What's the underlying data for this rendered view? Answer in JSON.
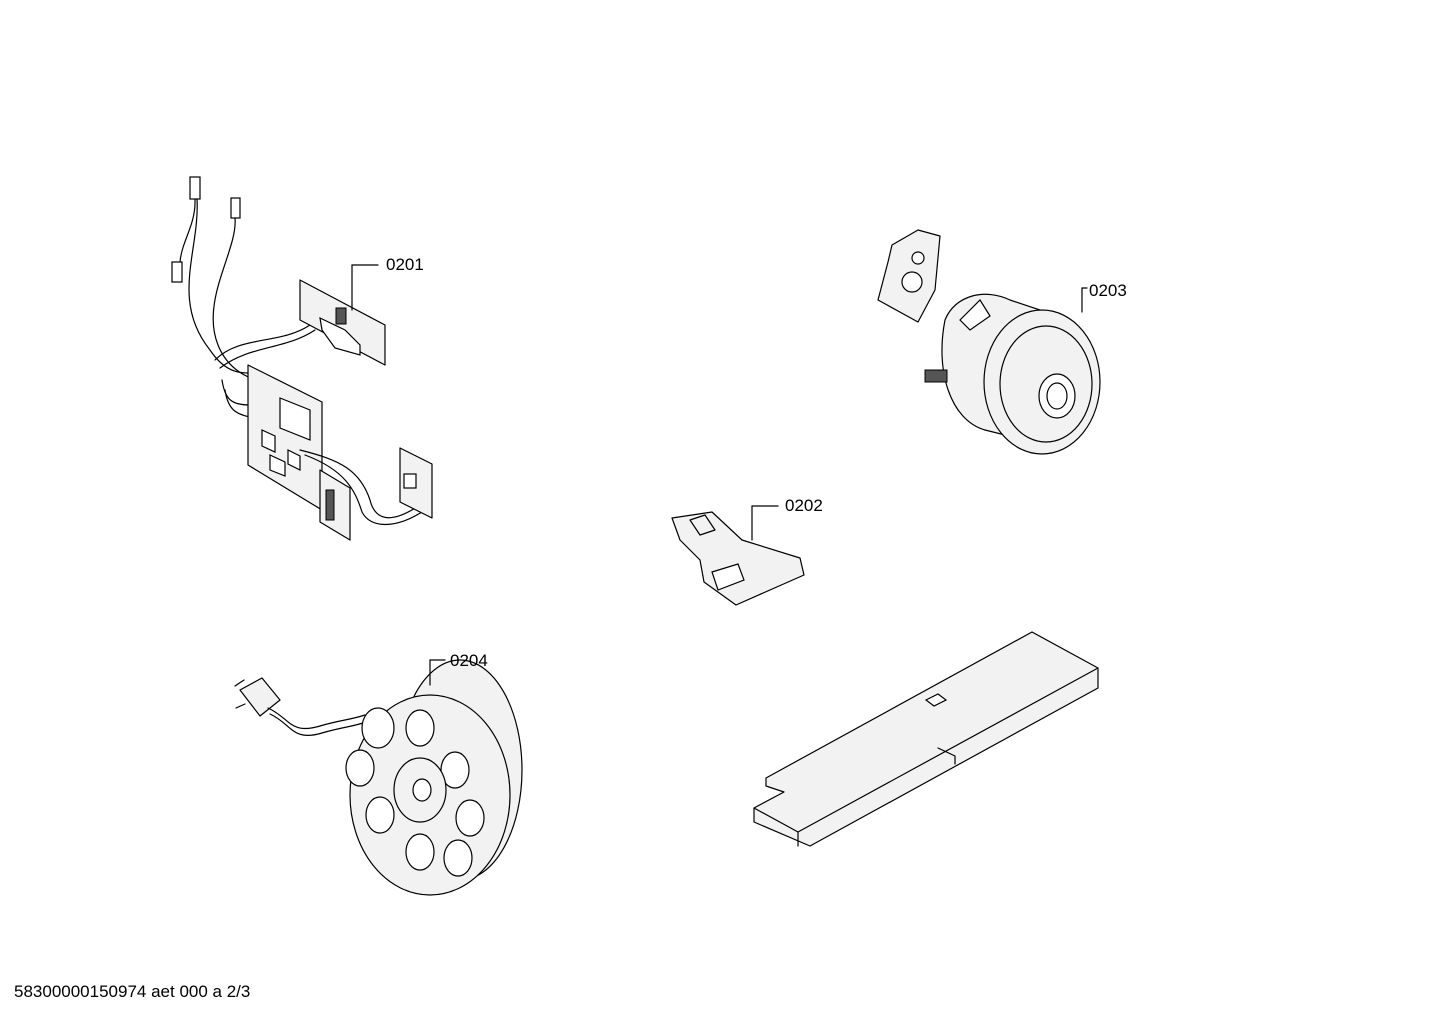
{
  "parts": [
    {
      "id": "0201",
      "label": "0201",
      "description_icon": "electronics-module-icon"
    },
    {
      "id": "0202",
      "label": "0202",
      "description_icon": "clip-bracket-icon"
    },
    {
      "id": "0203",
      "label": "0203",
      "description_icon": "motor-icon"
    },
    {
      "id": "0204",
      "label": "0204",
      "description_icon": "cable-reel-icon"
    }
  ],
  "footer": {
    "text": "58300000150974 aet 000 a 2/3"
  }
}
